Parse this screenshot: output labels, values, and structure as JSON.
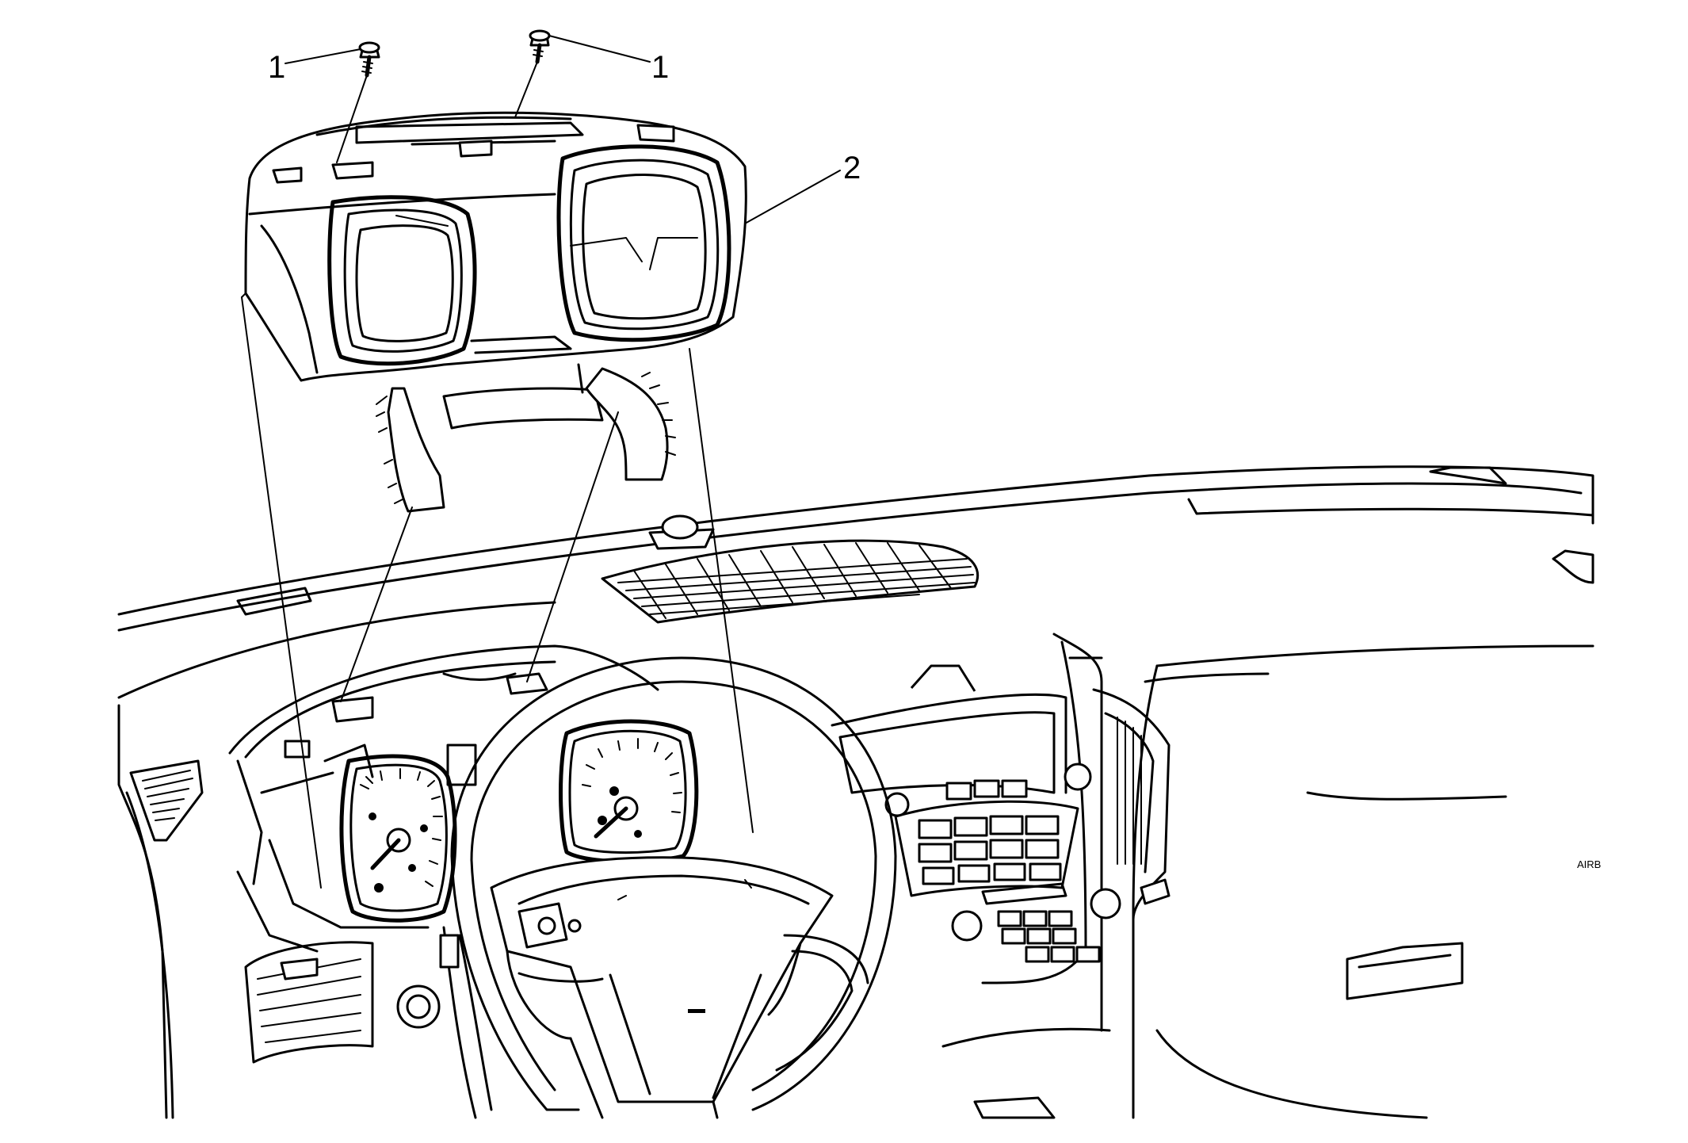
{
  "callouts": [
    {
      "id": "screw-left",
      "label": "1"
    },
    {
      "id": "screw-right",
      "label": "1"
    },
    {
      "id": "cluster",
      "label": "2"
    }
  ],
  "dash_text": {
    "airbag_label": "AIRB"
  }
}
